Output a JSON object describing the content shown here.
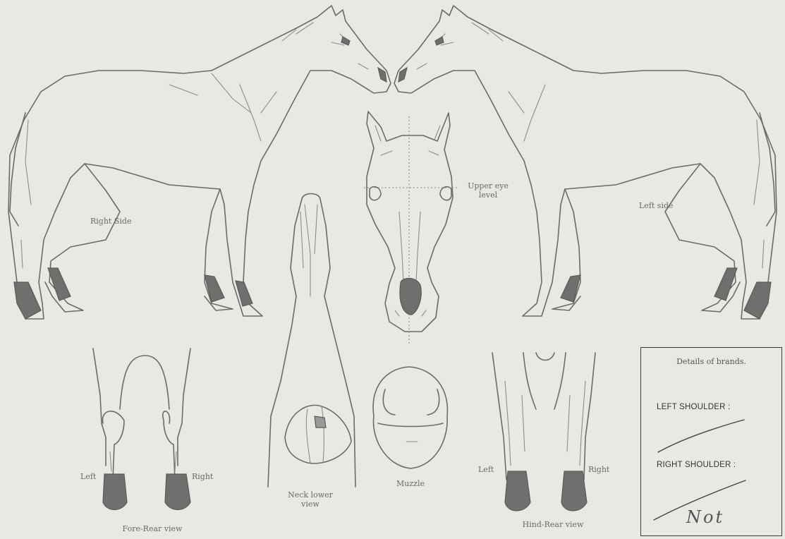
{
  "labels": {
    "right_side": "Right Side",
    "left_side": "Left side",
    "upper_eye_level": "Upper eye level",
    "fore_left": "Left",
    "fore_right": "Right",
    "fore_rear_view": "Fore-Rear view",
    "neck_lower_view": "Neck lower view",
    "muzzle": "Muzzle",
    "hind_left": "Left",
    "hind_right": "Right",
    "hind_rear_view": "Hind-Rear view"
  },
  "brands": {
    "title": "Details of brands.",
    "left_shoulder": "LEFT SHOULDER :",
    "right_shoulder": "RIGHT SHOULDER :",
    "note": "Not"
  },
  "colors": {
    "line": "#6b6b69",
    "markings": "#6f6f6d",
    "paper": "#e8e8e5"
  }
}
